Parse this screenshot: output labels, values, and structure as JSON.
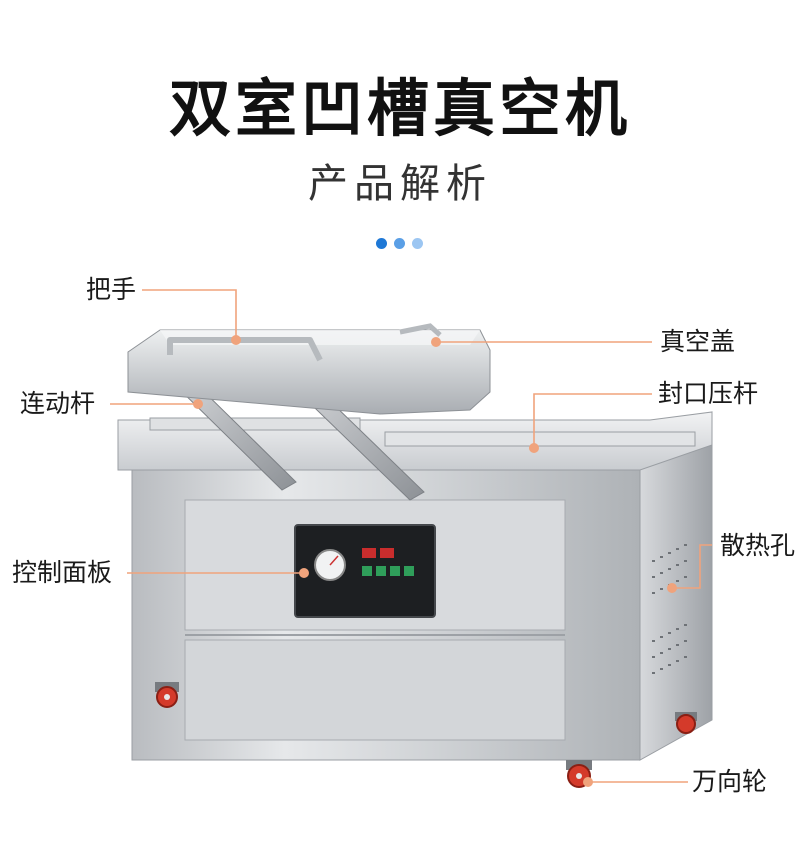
{
  "header": {
    "title": "双室凹槽真空机",
    "subtitle": "产品解析"
  },
  "pager": {
    "dot_colors": [
      "#1e78d6",
      "#5a9fe6",
      "#9cc6f2"
    ]
  },
  "labels": {
    "handle": "把手",
    "vacuum_lid": "真空盖",
    "linkage_rod": "连动杆",
    "seal_bar": "封口压杆",
    "vent_holes": "散热孔",
    "control_panel": "控制面板",
    "caster": "万向轮"
  },
  "colors": {
    "leader_line": "#f0a37c",
    "leader_dot": "#f0a37c",
    "steel_light": "#e4e6e8",
    "steel_mid": "#c4c7cb",
    "steel_dark": "#8e9297",
    "wheel_red": "#d43a2a"
  }
}
